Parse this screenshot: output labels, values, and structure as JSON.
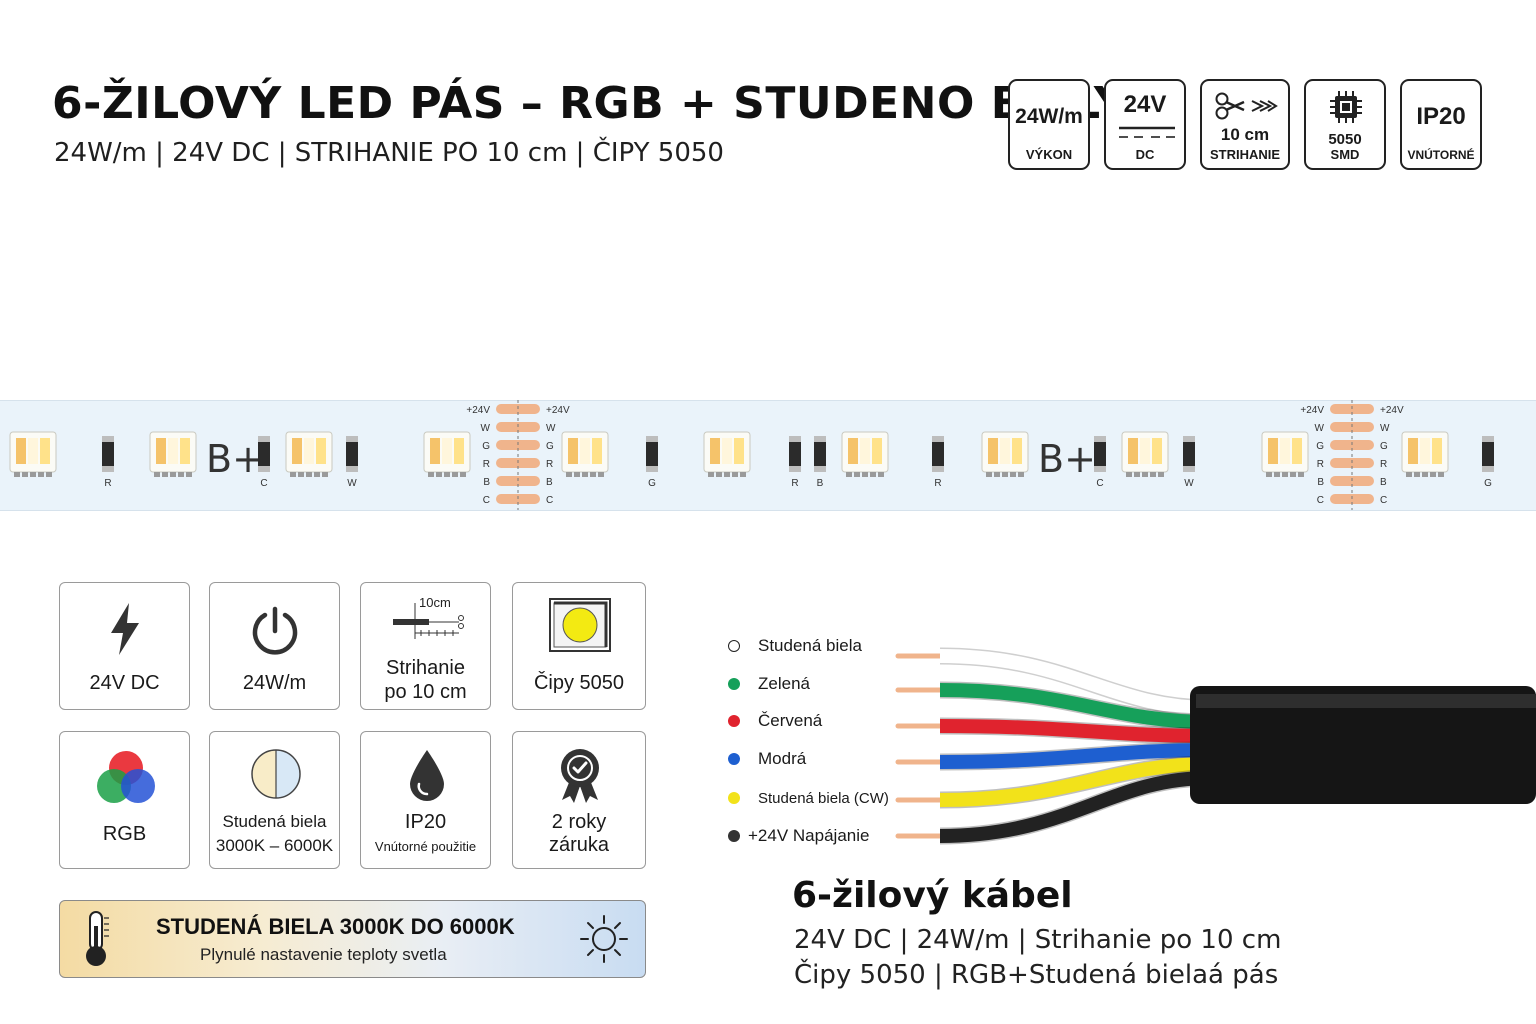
{
  "header": {
    "title": "6-ŽILOVÝ LED PÁS – RGB + STUDENO BIELY",
    "subtitle": "24W/m  |  24V DC  |  STRIHANIE PO 10 cm  |  ČIPY 5050"
  },
  "badges": [
    {
      "main": "24W/m",
      "caption": "VÝKON",
      "icon": "power-rating-icon"
    },
    {
      "main": "24V",
      "caption": "DC",
      "icon": "dc-symbol-icon"
    },
    {
      "main": "10 cm",
      "caption": "STRIHANIE",
      "icon": "scissors-icon"
    },
    {
      "main": "5050",
      "caption": "SMD",
      "icon": "chip-icon"
    },
    {
      "main": "IP20",
      "caption": "VNÚTORNÉ",
      "icon": "ip-rating-icon"
    }
  ],
  "strip": {
    "pad_labels": [
      "+24V",
      "W",
      "G",
      "R",
      "B",
      "C"
    ],
    "resistor_labels": [
      "R",
      "C",
      "W",
      "G",
      "R",
      "B",
      "R",
      "C",
      "W",
      "G"
    ],
    "brand_mark": "B+"
  },
  "features": [
    {
      "label": "24V DC",
      "icon": "lightning-icon"
    },
    {
      "label": "24W/m",
      "icon": "power-icon"
    },
    {
      "label": "Strihanie\npo 10 cm",
      "line1": "Strihanie",
      "line2": "po 10 cm",
      "icon_text": "10cm",
      "icon": "cut-length-icon"
    },
    {
      "label": "Čipy 5050",
      "icon": "chip-5050-icon"
    },
    {
      "label": "RGB",
      "icon": "rgb-circles-icon"
    },
    {
      "line1": "Studená biela",
      "line2": "3000K – 6000K",
      "icon": "color-temperature-icon"
    },
    {
      "line1": "IP20",
      "line2": "Vnútorné použitie",
      "icon": "water-drop-icon"
    },
    {
      "line1": "2 roky",
      "line2": "záruka",
      "icon": "warranty-badge-icon"
    }
  ],
  "temperature_banner": {
    "title": "STUDENÁ BIELA 3000K DO 6000K",
    "subtitle": "Plynulé nastavenie teploty svetla",
    "left_icon": "thermometer-icon",
    "right_icon": "sun-icon"
  },
  "wires": [
    {
      "label": "Studená biela",
      "color": "#ffffff"
    },
    {
      "label": "Zelená",
      "color": "#16a05a"
    },
    {
      "label": "Červená",
      "color": "#e0232e"
    },
    {
      "label": "Modrá",
      "color": "#1e5fd0"
    },
    {
      "label": "Studená biela (CW)",
      "color": "#f2e21a"
    },
    {
      "label": "+24V Napájanie",
      "color": "#222222"
    }
  ],
  "cable": {
    "title": "6-žilový kábel",
    "line1": "24V DC  |  24W/m  |  Strihanie po 10 cm",
    "line2": "Čipy 5050  |  RGB+Studená bielaá pás"
  },
  "colors": {
    "strip_bg": "#eaf3fa",
    "copper": "#f0b48c",
    "cable_jacket": "#151515"
  }
}
